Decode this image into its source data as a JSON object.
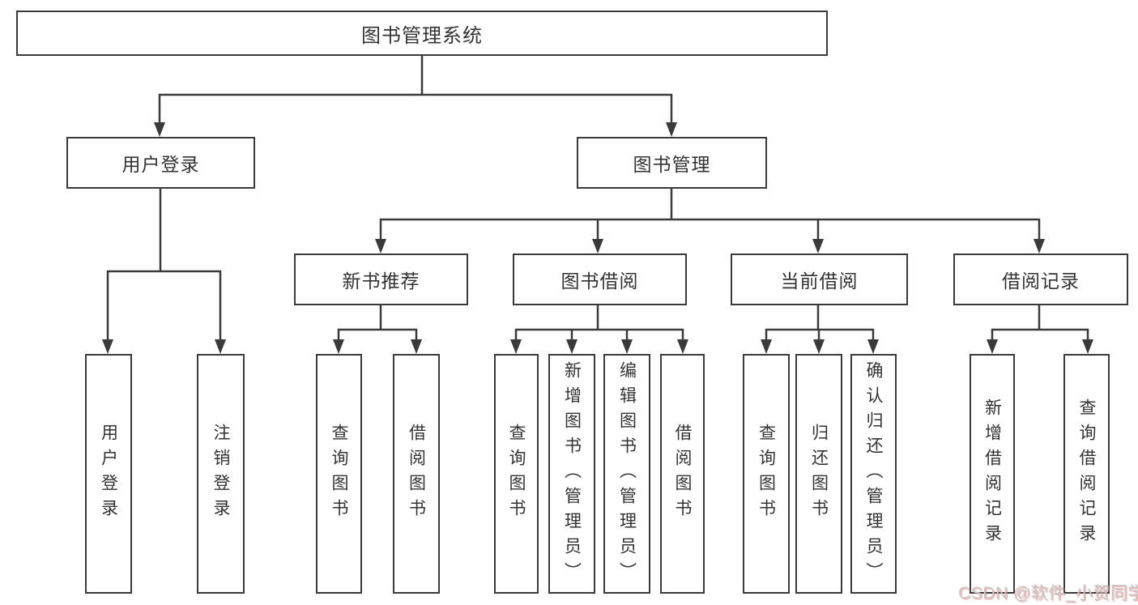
{
  "diagram": {
    "nodes": {
      "root": "图书管理系统",
      "userLogin": "用户登录",
      "bookMgmt": "图书管理",
      "newBookRec": "新书推荐",
      "bookBorrow": "图书借阅",
      "currentBorrow": "当前借阅",
      "borrowRecords": "借阅记录"
    },
    "leaves": {
      "userLogin": [
        "用户登录",
        "注销登录"
      ],
      "newBookRec": [
        "查询图书",
        "借阅图书"
      ],
      "bookBorrow": [
        "查询图书",
        "新增图书（管理员）",
        "编辑图书（管理员）",
        "借阅图书"
      ],
      "currentBorrow": [
        "查询图书",
        "归还图书",
        "确认归还（管理员）"
      ],
      "borrowRecords": [
        "新增借阅记录",
        "查询借阅记录"
      ]
    },
    "style": {
      "line_color": "#3a3a3a",
      "text_color": "#333333",
      "background": "#ffffff"
    }
  },
  "watermark": {
    "text": "CSDN @软件_小贺同学",
    "color": "#c8c8c8"
  }
}
